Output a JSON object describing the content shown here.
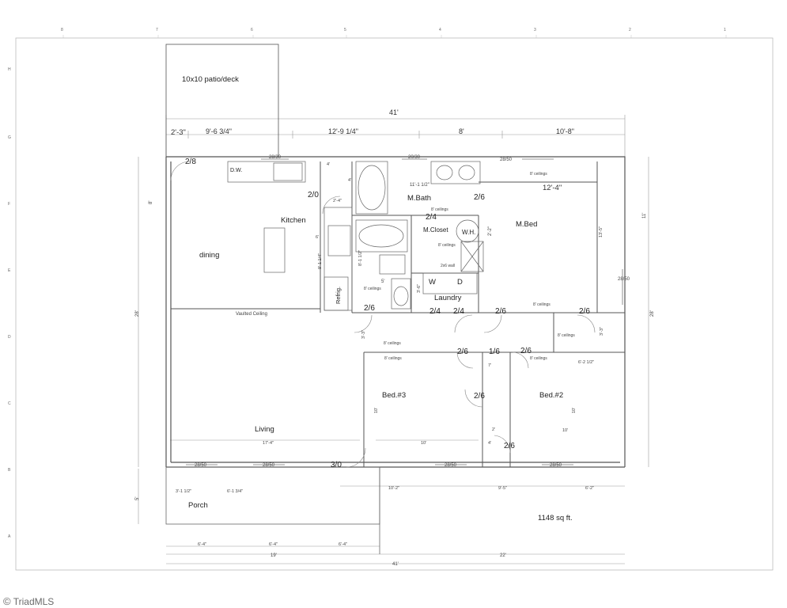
{
  "watermark": "TriadMLS",
  "rooms": {
    "patio": "10x10 patio/deck",
    "kitchen": "Kitchen",
    "dining": "dining",
    "living": "Living",
    "porch": "Porch",
    "mbath": "M.Bath",
    "mcloset": "M.Closet",
    "mbed": "M.Bed",
    "laundry": "Laundry",
    "bed3": "Bed.#3",
    "bed2": "Bed.#2",
    "wh": "W.H.",
    "washer": "W",
    "dryer": "D",
    "refrig": "Refrig.",
    "dw": "D.W.",
    "area": "1148 sq ft."
  },
  "top_dims": {
    "overall": "41'",
    "d1": "2'-3\"",
    "d2": "9'-6 3/4\"",
    "d3": "12'-9 1/4\"",
    "d4": "8'",
    "d5": "10'-8\"",
    "mbed_width": "12'-4\"",
    "mbath_width": "11'-1 1/2\""
  },
  "bottom_dims": {
    "porch1": "3'-1 1/2\"",
    "porch2": "6'-1 3/4\"",
    "b1": "10'-2\"",
    "b2": "9'-5\"",
    "b3": "6'-2\"",
    "p1": "6'-4\"",
    "p2": "6'-4\"",
    "p3": "6'-4\"",
    "porch_total": "19'",
    "right_total": "22'",
    "overall": "41'"
  },
  "side_dims": {
    "left_overall": "28'",
    "right_overall": "28'",
    "left_top": "8'",
    "right_top": "11'",
    "porch_depth": "5'",
    "mbed_depth": "13'-5\"",
    "bed3_depth": "10'",
    "bed2_depth": "10'",
    "hall": "3'-3\"",
    "hall2": "3'-3\"",
    "kitchen_run": "9'-1 1/4\"",
    "bath_run": "8'-1 1/2\"",
    "laundry": "3'-6\"",
    "wh": "2'-2\""
  },
  "inner_dims": {
    "kitchen_w": "4'",
    "k_small": "2'-4\"",
    "k6": "6'",
    "bath4": "4'",
    "bath5": "5'",
    "living_w": "17'-4\"",
    "bed3_w": "10'",
    "bed2_w": "10'",
    "bed2_w2": "6'-2 1/2\"",
    "hall2": "2'",
    "hall4": "4'",
    "hall_n": "7'"
  },
  "doors": {
    "d_28_top": "2/8",
    "d_20_k": "2/0",
    "d_24_b": "2/4",
    "d_26_mb": "2/6",
    "d_26_ref": "2/6",
    "d_24_l1": "2/4",
    "d_24_l2": "2/4",
    "d_26_mbed": "2/6",
    "d_26_cl": "2/6",
    "d_26_h1": "2/6",
    "d_16": "1/6",
    "d_26_h2": "2/6",
    "d_26_b3": "2/6",
    "d_26_b2": "2/6",
    "d_30": "3/0"
  },
  "windows": {
    "w_2830": "28/30",
    "w_2030": "20/30",
    "w_2850_top": "28/50",
    "w_2850_r": "28/50",
    "w_2850_b1": "28/50",
    "w_2850_b2": "28/50",
    "w_2850_b3": "28/50",
    "w_2850_b4": "28/50"
  },
  "notes": {
    "vaulted": "Vaulted Ceiling",
    "c1": "8' ceilings",
    "c2": "8' ceilings",
    "c3": "8' ceilings",
    "c4": "8' ceilings",
    "c5": "8' ceilings",
    "c6": "8' ceilings",
    "c7": "8' ceilings",
    "c8": "8' ceilings",
    "c9": "8' ceilings",
    "wall": "2x6 wall"
  },
  "grid": {
    "cols": [
      "8",
      "7",
      "6",
      "5",
      "4",
      "3",
      "2",
      "1"
    ],
    "rows": [
      "H",
      "G",
      "F",
      "E",
      "D",
      "C",
      "B",
      "A"
    ]
  }
}
